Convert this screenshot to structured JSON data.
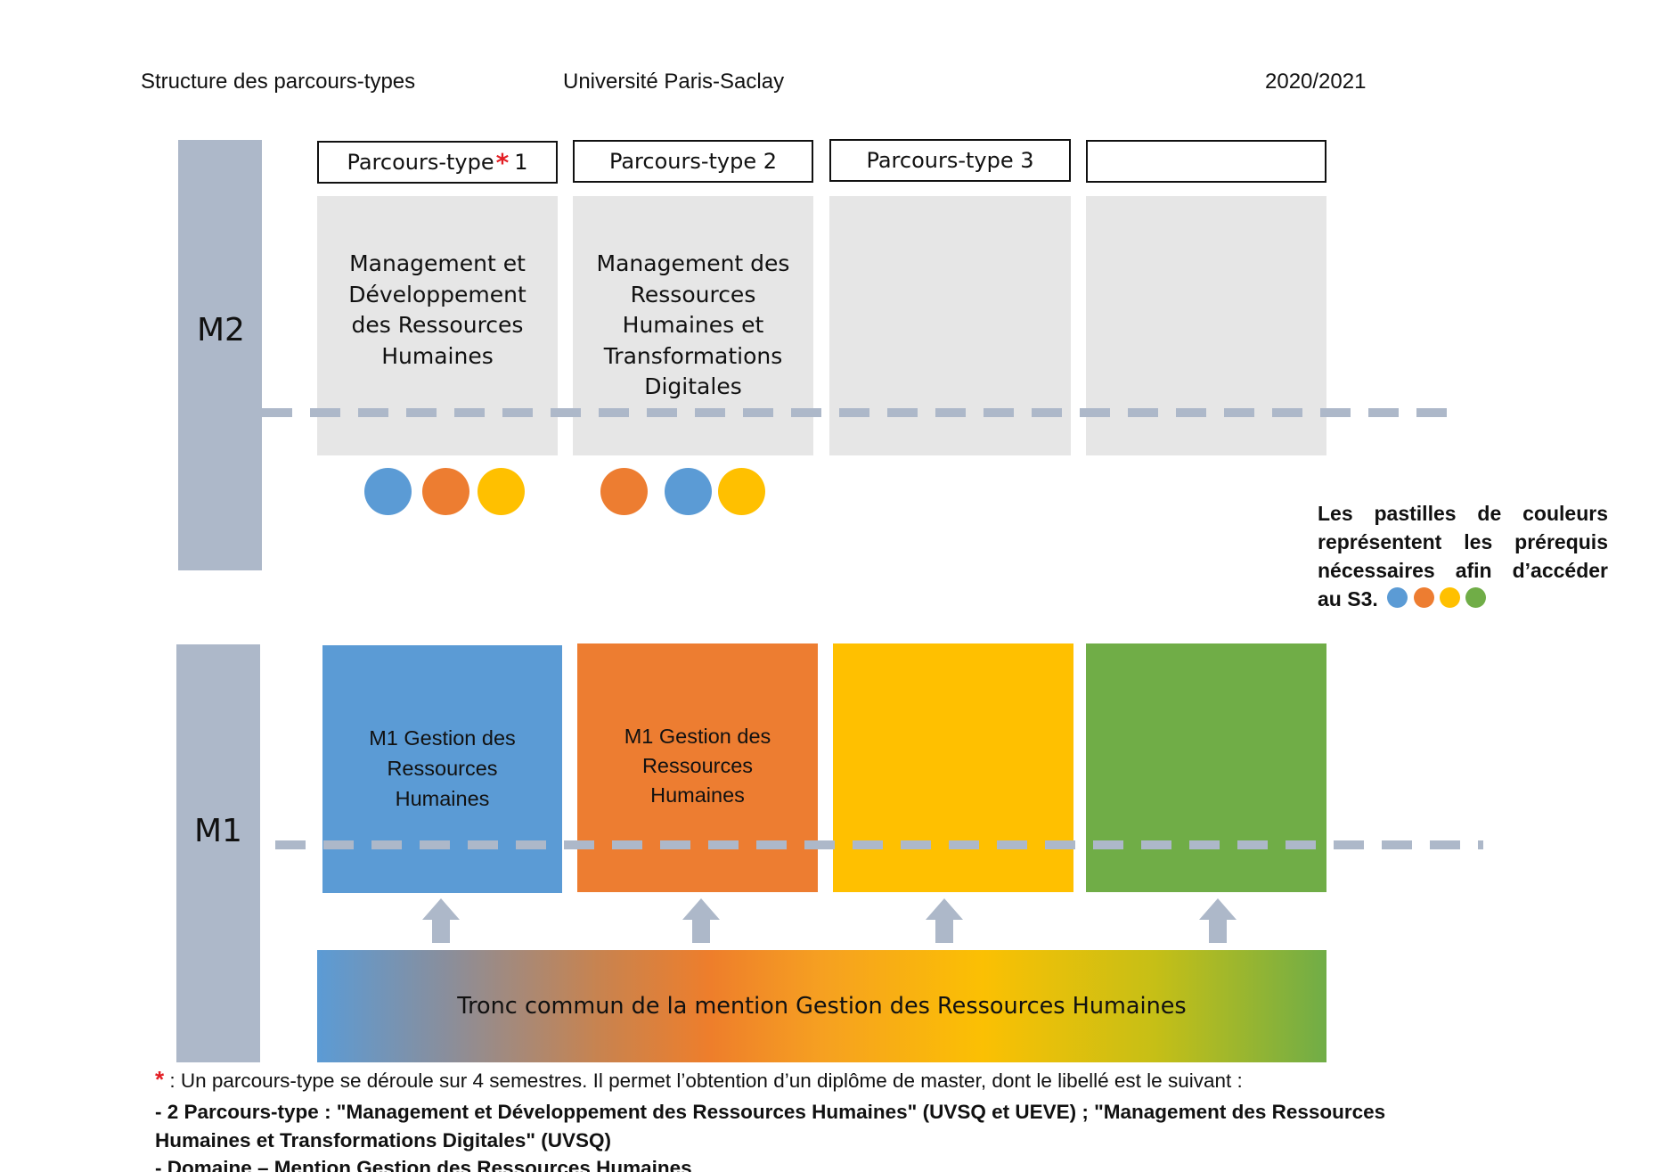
{
  "header": {
    "left": "Structure des parcours-types",
    "center": "Université Paris-Saclay",
    "right": "2020/2021"
  },
  "levels": {
    "m2": "M2",
    "m1": "M1"
  },
  "parcours_headers": [
    {
      "prefix": "Parcours-type",
      "star": "*",
      "number": "1"
    },
    {
      "label": "Parcours-type 2"
    },
    {
      "label": "Parcours-type 3"
    },
    {
      "label": ""
    }
  ],
  "m2_boxes": [
    {
      "lines": [
        "Management et",
        "Développement",
        "des Ressources",
        "Humaines"
      ]
    },
    {
      "lines": [
        "Management des",
        "Ressources",
        "Humaines et",
        "Transformations",
        "Digitales"
      ]
    },
    {
      "lines": []
    },
    {
      "lines": []
    }
  ],
  "m2_prereq_dots": [
    [
      "blue",
      "orange",
      "yellow"
    ],
    [
      "orange",
      "blue",
      "yellow"
    ]
  ],
  "m1_boxes": [
    {
      "color": "blue",
      "lines": [
        "M1 Gestion des",
        "Ressources",
        "Humaines"
      ]
    },
    {
      "color": "orange",
      "lines": [
        "M1 Gestion des",
        "Ressources",
        "Humaines"
      ]
    },
    {
      "color": "yellow",
      "lines": []
    },
    {
      "color": "green",
      "lines": []
    }
  ],
  "tronc_commun": "Tronc commun de la mention Gestion des Ressources Humaines",
  "legend_note": "Les pastilles de couleurs représentent les prérequis nécessaires afin d’accéder au S3.",
  "legend_dots": [
    "blue",
    "orange",
    "yellow",
    "green"
  ],
  "footnote": {
    "star": "*",
    "text": " : Un parcours-type se déroule sur 4 semestres. Il permet l’obtention d’un diplôme de master, dont le libellé est le suivant :",
    "line1": "- 2 Parcours-type : \"Management et Développement des Ressources Humaines\" (UVSQ et UEVE) ; \"Management des Ressources",
    "line2": "Humaines et Transformations Digitales\" (UVSQ)",
    "line3": "- Domaine – Mention Gestion des Ressources Humaines"
  },
  "colors": {
    "blue": "#5b9bd5",
    "orange": "#ed7d31",
    "yellow": "#ffc000",
    "green": "#70ad47",
    "sidebar": "#adb8c9",
    "gray_box": "#e6e6e6",
    "dashed_line": "#adb8c9",
    "arrow": "#adb8c9",
    "star": "#e31e24"
  }
}
